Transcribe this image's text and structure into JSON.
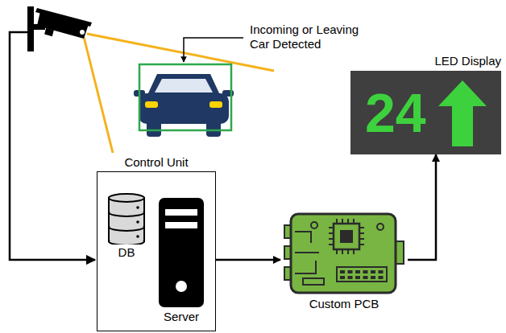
{
  "diagram": {
    "nodes": [
      {
        "text": [
          "Control Unit"
        ]
      },
      {
        "text": [
          "DB"
        ],
        "in": 0
      },
      {
        "text": [
          "Server"
        ],
        "in": 0
      },
      {
        "text": [
          "Custom PCB"
        ]
      },
      {
        "text": [
          "LED Display",
          "24"
        ]
      }
    ],
    "edges": [
      {
        "from": 0,
        "to": 3,
        "arrow": "to"
      },
      {
        "from": 3,
        "to": 4,
        "arrow": "to"
      }
    ],
    "labels": [
      "Incoming or Leaving Car Detected"
    ]
  }
}
